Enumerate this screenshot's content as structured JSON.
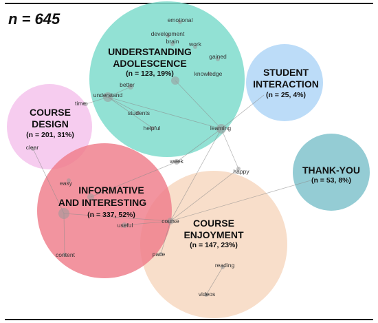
{
  "sample_size": "n = 645",
  "clusters": [
    {
      "id": "understanding",
      "title_lines": [
        "UNDERSTANDING",
        "ADOLESCENCE"
      ],
      "count": "(n = 123, 19%)",
      "color": "#7fdccc"
    },
    {
      "id": "student",
      "title_lines": [
        "STUDENT",
        "INTERACTION"
      ],
      "count": "(n = 25, 4%)",
      "color": "#b5d8f7"
    },
    {
      "id": "design",
      "title_lines": [
        "COURSE",
        "DESIGN"
      ],
      "count": "(n = 201, 31%)",
      "color": "#f5c3ec"
    },
    {
      "id": "thanks",
      "title_lines": [
        "THANK-YOU"
      ],
      "count": "(n = 53, 8%)",
      "color": "#88c6cf"
    },
    {
      "id": "informative",
      "title_lines": [
        "INFORMATIVE",
        "AND INTERESTING"
      ],
      "count": "(n = 337, 52%)",
      "color": "#ef7d8a"
    },
    {
      "id": "enjoyment",
      "title_lines": [
        "COURSE",
        "ENJOYMENT"
      ],
      "count": "(n = 147, 23%)",
      "color": "#f6d3b8"
    }
  ],
  "words": [
    "emotional",
    "development",
    "brain",
    "work",
    "gained",
    "knowledge",
    "better",
    "understand",
    "time",
    "students",
    "helpful",
    "learning",
    "clear",
    "week",
    "happy",
    "easy",
    "course",
    "useful",
    "pace",
    "reading",
    "content",
    "videos"
  ]
}
